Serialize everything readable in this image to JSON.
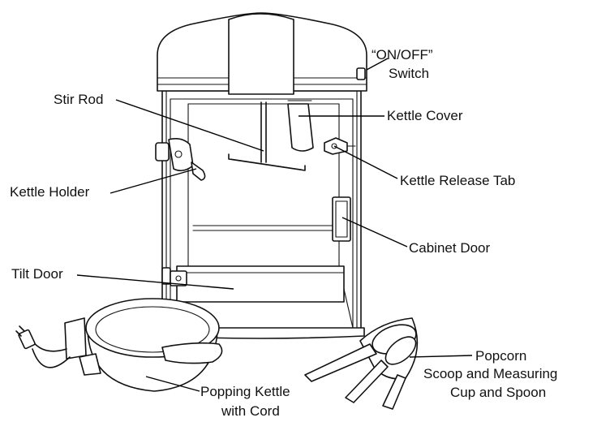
{
  "labels": {
    "on_off_line1": "“ON/OFF”",
    "on_off_line2": "Switch",
    "stir_rod": "Stir Rod",
    "kettle_cover": "Kettle Cover",
    "kettle_holder": "Kettle Holder",
    "kettle_release_tab": "Kettle Release Tab",
    "cabinet_door": "Cabinet Door",
    "tilt_door": "Tilt Door",
    "popping_kettle_line1": "Popping Kettle",
    "popping_kettle_line2": "with Cord",
    "popcorn_line1": "Popcorn",
    "popcorn_line2": "Scoop and Measuring",
    "popcorn_line3": "Cup and Spoon"
  }
}
